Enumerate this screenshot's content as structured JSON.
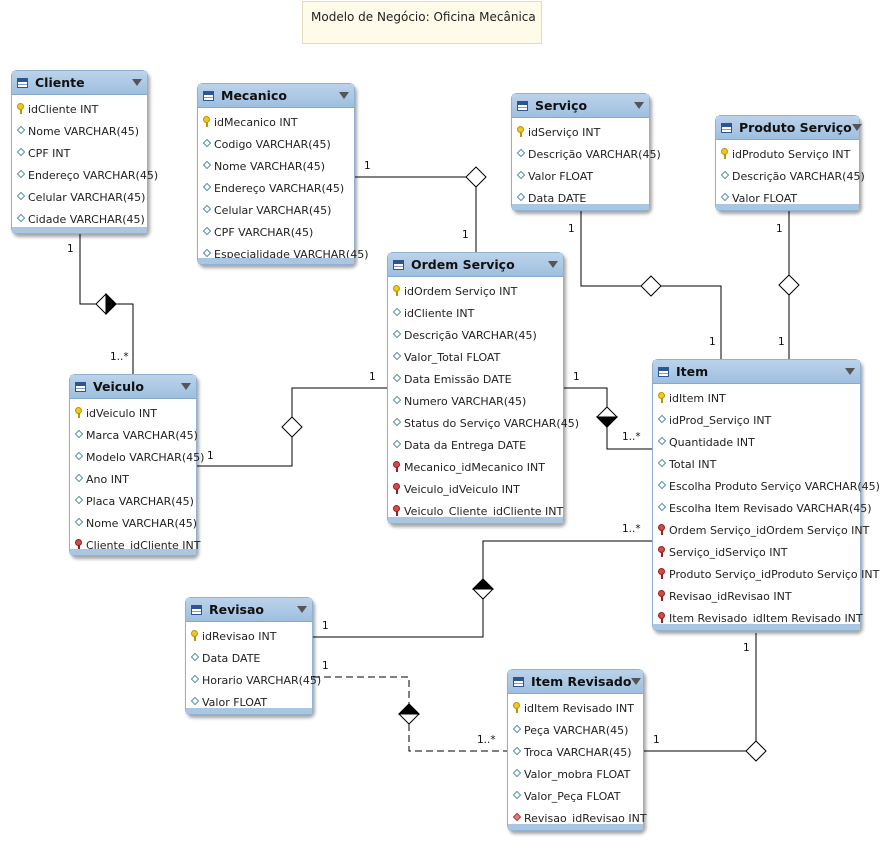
{
  "note": {
    "text": "Modelo de Negócio: Oficina Mecânica"
  },
  "tables": {
    "cliente": {
      "name": "Cliente",
      "fields": [
        {
          "kind": "pk",
          "text": "idCliente INT"
        },
        {
          "kind": "attr",
          "text": "Nome VARCHAR(45)"
        },
        {
          "kind": "attr",
          "text": "CPF INT"
        },
        {
          "kind": "attr",
          "text": "Endereço VARCHAR(45)"
        },
        {
          "kind": "attr",
          "text": "Celular VARCHAR(45)"
        },
        {
          "kind": "attr",
          "text": "Cidade VARCHAR(45)"
        }
      ]
    },
    "mecanico": {
      "name": "Mecanico",
      "fields": [
        {
          "kind": "pk",
          "text": "idMecanico INT"
        },
        {
          "kind": "attr",
          "text": "Codigo VARCHAR(45)"
        },
        {
          "kind": "attr",
          "text": "Nome VARCHAR(45)"
        },
        {
          "kind": "attr",
          "text": "Endereço VARCHAR(45)"
        },
        {
          "kind": "attr",
          "text": "Celular VARCHAR(45)"
        },
        {
          "kind": "attr",
          "text": "CPF VARCHAR(45)"
        },
        {
          "kind": "attr",
          "text": "Especialidade VARCHAR(45)"
        }
      ]
    },
    "servico": {
      "name": "Serviço",
      "fields": [
        {
          "kind": "pk",
          "text": "idServiço INT"
        },
        {
          "kind": "attr",
          "text": "Descrição VARCHAR(45)"
        },
        {
          "kind": "attr",
          "text": "Valor FLOAT"
        },
        {
          "kind": "attr",
          "text": "Data DATE"
        }
      ]
    },
    "produto_servico": {
      "name": "Produto Serviço",
      "fields": [
        {
          "kind": "pk",
          "text": "idProduto Serviço INT"
        },
        {
          "kind": "attr",
          "text": "Descrição VARCHAR(45)"
        },
        {
          "kind": "attr",
          "text": "Valor FLOAT"
        }
      ]
    },
    "ordem_servico": {
      "name": "Ordem Serviço",
      "fields": [
        {
          "kind": "pk",
          "text": "idOrdem Serviço INT"
        },
        {
          "kind": "attr",
          "text": "idCliente INT"
        },
        {
          "kind": "attr",
          "text": "Descrição VARCHAR(45)"
        },
        {
          "kind": "attr",
          "text": "Valor_Total FLOAT"
        },
        {
          "kind": "attr",
          "text": "Data Emissão DATE"
        },
        {
          "kind": "attr",
          "text": "Numero VARCHAR(45)"
        },
        {
          "kind": "attr",
          "text": "Status do Serviço VARCHAR(45)"
        },
        {
          "kind": "attr",
          "text": "Data da Entrega DATE"
        },
        {
          "kind": "fk",
          "text": "Mecanico_idMecanico INT"
        },
        {
          "kind": "fk",
          "text": "Veiculo_idVeiculo INT"
        },
        {
          "kind": "fk",
          "text": "Veiculo_Cliente_idCliente INT"
        }
      ]
    },
    "veiculo": {
      "name": "Veiculo",
      "fields": [
        {
          "kind": "pk",
          "text": "idVeiculo INT"
        },
        {
          "kind": "attr",
          "text": "Marca VARCHAR(45)"
        },
        {
          "kind": "attr",
          "text": "Modelo VARCHAR(45)"
        },
        {
          "kind": "attr",
          "text": "Ano INT"
        },
        {
          "kind": "attr",
          "text": "Placa VARCHAR(45)"
        },
        {
          "kind": "attr",
          "text": "Nome VARCHAR(45)"
        },
        {
          "kind": "fk",
          "text": "Cliente_idCliente INT"
        }
      ]
    },
    "item": {
      "name": "Item",
      "fields": [
        {
          "kind": "pk",
          "text": "idItem INT"
        },
        {
          "kind": "attr",
          "text": "idProd_Serviço INT"
        },
        {
          "kind": "attr",
          "text": "Quantidade INT"
        },
        {
          "kind": "attr",
          "text": "Total INT"
        },
        {
          "kind": "attr",
          "text": "Escolha Produto Serviço VARCHAR(45)"
        },
        {
          "kind": "attr",
          "text": "Escolha Item Revisado VARCHAR(45)"
        },
        {
          "kind": "fk",
          "text": "Ordem Serviço_idOrdem Serviço INT"
        },
        {
          "kind": "fk",
          "text": "Serviço_idServiço INT"
        },
        {
          "kind": "fk",
          "text": "Produto Serviço_idProduto Serviço INT"
        },
        {
          "kind": "fk",
          "text": "Revisao_idRevisao INT"
        },
        {
          "kind": "fk",
          "text": "Item Revisado_idItem Revisado INT"
        }
      ]
    },
    "revisao": {
      "name": "Revisao",
      "fields": [
        {
          "kind": "pk",
          "text": "idRevisao INT"
        },
        {
          "kind": "attr",
          "text": "Data DATE"
        },
        {
          "kind": "attr",
          "text": "Horario VARCHAR(45)"
        },
        {
          "kind": "attr",
          "text": "Valor FLOAT"
        }
      ]
    },
    "item_revisado": {
      "name": "Item Revisado",
      "fields": [
        {
          "kind": "pk",
          "text": "idItem Revisado INT"
        },
        {
          "kind": "attr",
          "text": "Peça VARCHAR(45)"
        },
        {
          "kind": "attr",
          "text": "Troca VARCHAR(45)"
        },
        {
          "kind": "attr",
          "text": "Valor_mobra FLOAT"
        },
        {
          "kind": "attr",
          "text": "Valor_Peça FLOAT"
        },
        {
          "kind": "fkdiamond",
          "text": "Revisao_idRevisao INT"
        }
      ]
    }
  },
  "cardinalities": {
    "cliente_veiculo_one": "1",
    "cliente_veiculo_many": "1..*",
    "mecanico_ordem_a": "1",
    "mecanico_ordem_b": "1",
    "servico_item_a": "1",
    "servico_item_b": "1",
    "produto_item_a": "1",
    "produto_item_b": "1",
    "veiculo_ordem_a": "1",
    "veiculo_ordem_b": "1",
    "ordem_item_one": "1",
    "ordem_item_many": "1..*",
    "item_revisao_many": "1..*",
    "item_revisao_one": "1",
    "revisao_itemrev_one": "1",
    "revisao_itemrev_many": "1..*",
    "item_itemrev_a": "1",
    "item_itemrev_b": "1"
  },
  "colors": {
    "header_top": "#bcd3ea",
    "header_bottom": "#9ebfe0",
    "border": "#8fb1d2",
    "note_bg": "#fefbe8",
    "line": "#000000"
  }
}
